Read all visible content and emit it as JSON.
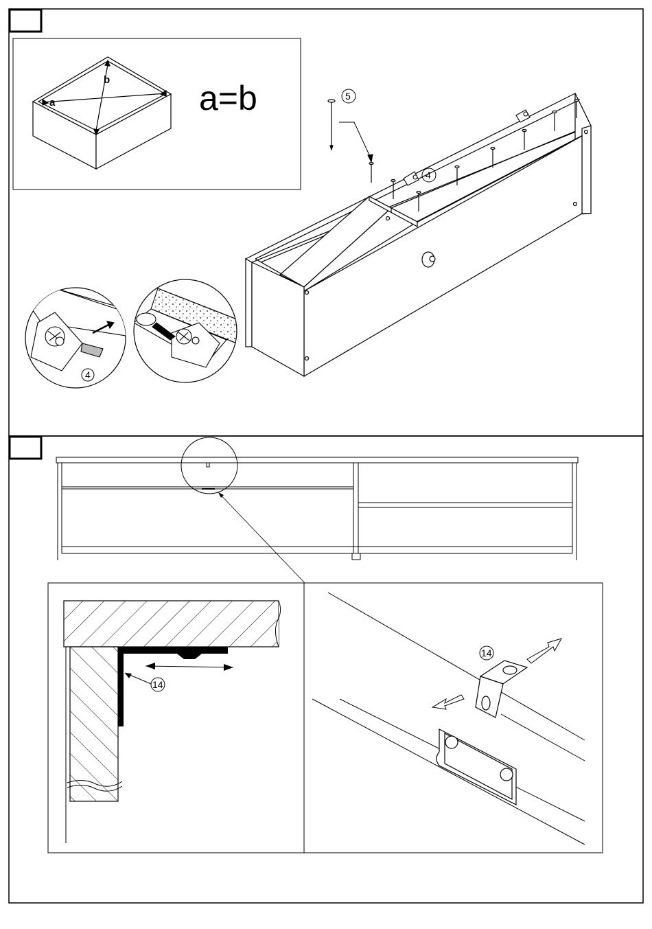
{
  "step1": {
    "square_check": {
      "label_a": "a",
      "label_b": "b",
      "formula": "a=b"
    },
    "nail_callout": "5",
    "cam_callout": "4",
    "detail_callout": "4"
  },
  "step2": {
    "bracket_callout_section": "14",
    "bracket_callout_perspective": "14"
  }
}
